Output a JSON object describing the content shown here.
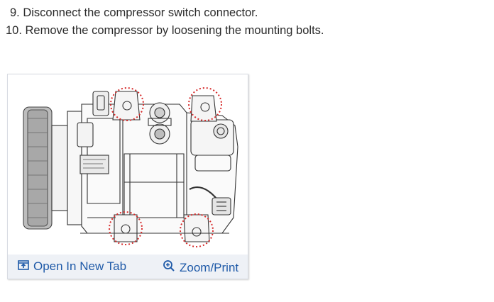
{
  "steps": [
    {
      "text": "9. Disconnect the compressor switch connector."
    },
    {
      "text": "10. Remove the compressor by loosening the mounting bolts."
    }
  ],
  "figure": {
    "actions": {
      "open_new_tab": "Open In New Tab",
      "zoom_print": "Zoom/Print"
    },
    "icons": {
      "open_new_tab": "open-new-tab-icon",
      "zoom": "zoom-in-icon"
    },
    "colors": {
      "link": "#1f5aa8",
      "highlight_circles": "#d62b2b",
      "action_bar_bg": "#eef1f6"
    }
  }
}
